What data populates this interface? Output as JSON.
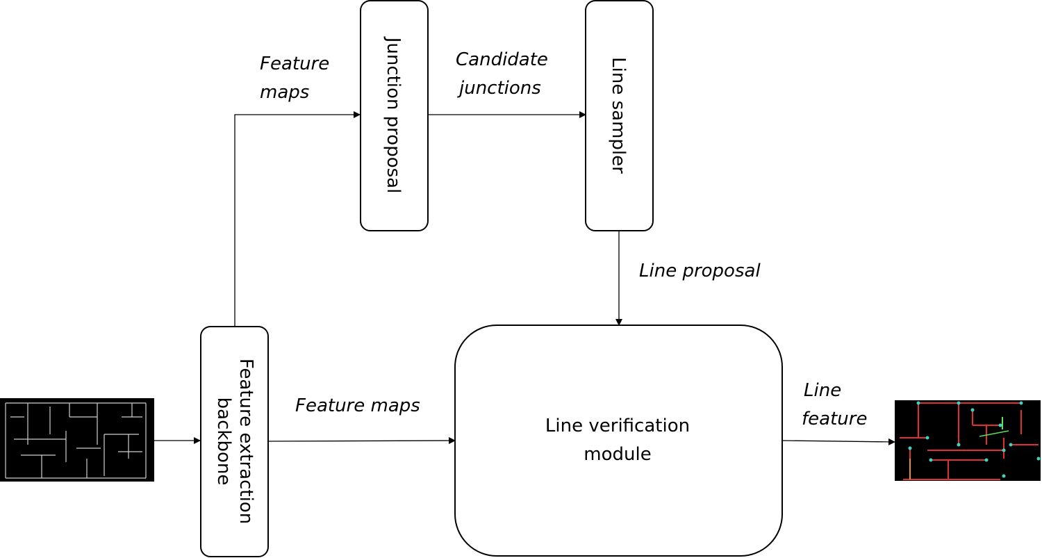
{
  "nodes": {
    "backbone": {
      "line1": "Feature extraction",
      "line2": "backbone"
    },
    "junction_proposal": {
      "label": "Junction proposal"
    },
    "line_sampler": {
      "label": "Line sampler"
    },
    "verification": {
      "line1": "Line verification",
      "line2": "module"
    }
  },
  "edges": {
    "backbone_to_junction": {
      "line1": "Feature",
      "line2": "maps"
    },
    "junction_to_sampler": {
      "line1": "Candidate",
      "line2": "junctions"
    },
    "sampler_to_verification": {
      "label": "Line proposal"
    },
    "backbone_to_verification": {
      "label": "Feature maps"
    },
    "verification_to_output": {
      "line1": "Line",
      "line2": "feature"
    }
  },
  "images": {
    "input": {
      "name": "input-floorplan-image",
      "background": "#000000",
      "line_color": "#d8d8d8"
    },
    "output": {
      "name": "output-line-feature-image",
      "background": "#000000",
      "line_colors": [
        "#e03030",
        "#f09020",
        "#40d0c0",
        "#60e060"
      ]
    }
  },
  "colors": {
    "stroke": "#000000",
    "background": "#ffffff"
  }
}
